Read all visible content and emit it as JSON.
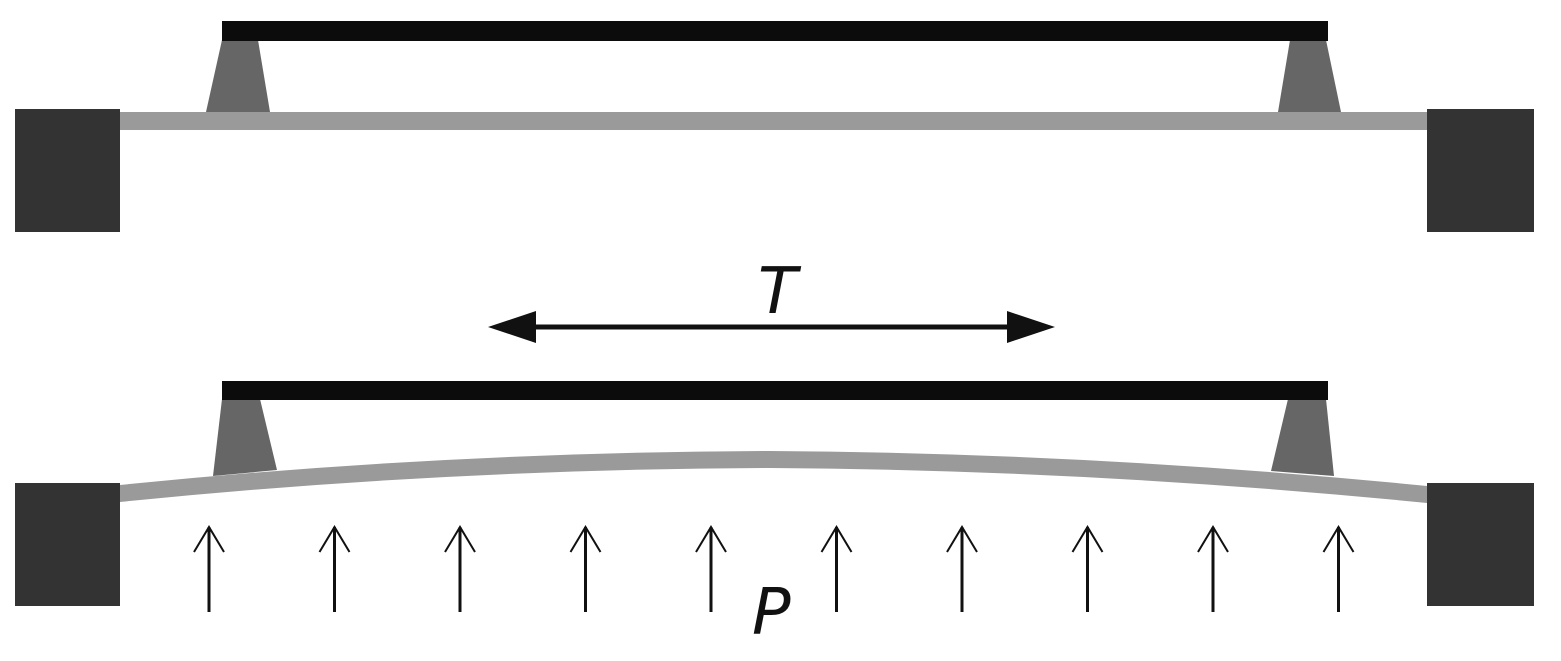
{
  "labels": {
    "tension": "T",
    "pressure": "P"
  },
  "colors": {
    "background": "#ffffff",
    "support_block": "#333333",
    "top_plate": "#0c0c0c",
    "membrane": "#9a9a9a",
    "spacer": "#666666",
    "arrow": "#111111"
  },
  "pressure_arrow_count": 10
}
